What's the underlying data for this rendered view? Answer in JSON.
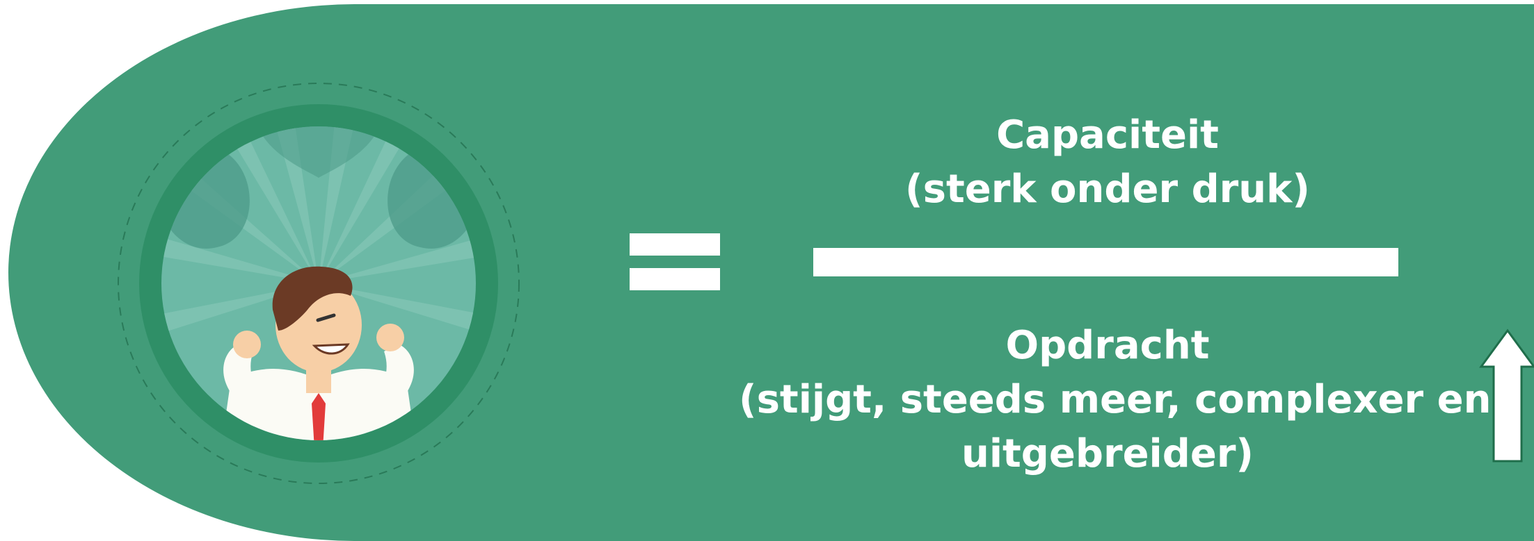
{
  "colors": {
    "background": "#429c79",
    "ring": "#2f8f67",
    "text": "#ffffff"
  },
  "numerator": {
    "title": "Capaciteit",
    "detail": "(sterk onder druk)"
  },
  "denominator": {
    "title": "Opdracht",
    "detail_line1": "(stijgt, steeds meer, complexer en",
    "detail_line2": "uitgebreider)"
  },
  "icons": {
    "equals": "equals-sign-icon",
    "trend": "arrow-up-icon",
    "illustration": "strong-businessman-illustration"
  }
}
